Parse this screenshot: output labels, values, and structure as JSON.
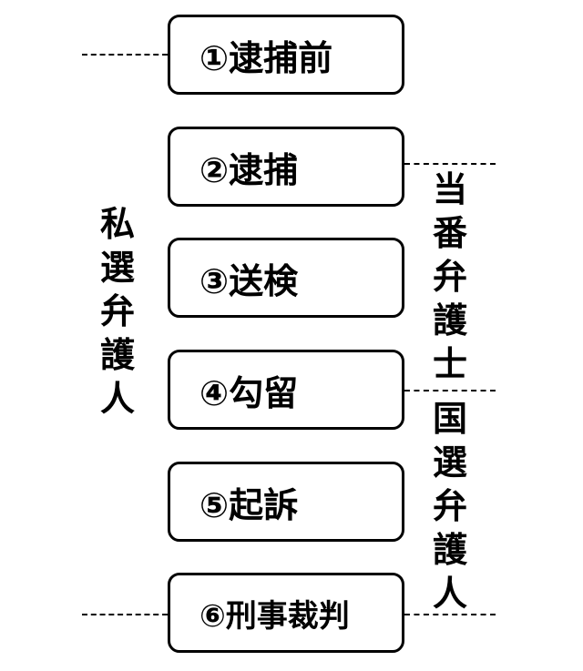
{
  "stages": [
    {
      "label": "①逮捕前"
    },
    {
      "label": "②逮捕"
    },
    {
      "label": "③送検"
    },
    {
      "label": "④勾留"
    },
    {
      "label": "⑤起訴"
    },
    {
      "label": "⑥刑事裁判"
    }
  ],
  "left_label": "私選弁護人",
  "right_labels": {
    "upper": "当番弁護士",
    "lower": "国選弁護人"
  }
}
